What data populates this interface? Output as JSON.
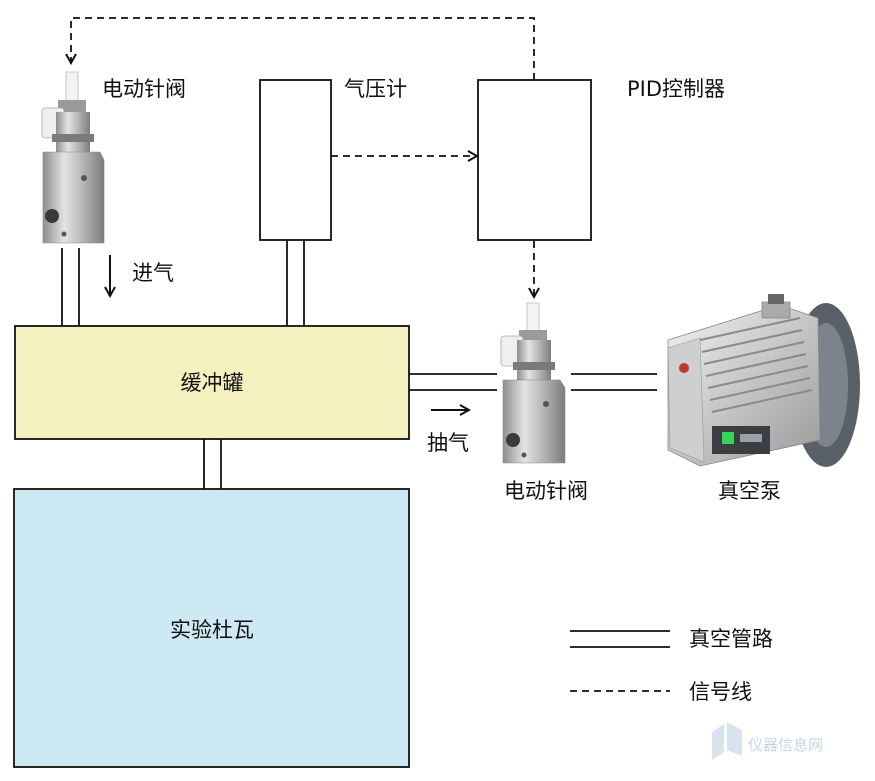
{
  "labels": {
    "valve_top": "电动针阀",
    "gauge": "气压计",
    "pid": "PID控制器",
    "inflow": "进气",
    "buffer_tank": "缓冲罐",
    "outflow": "抽气",
    "valve_bottom": "电动针阀",
    "pump": "真空泵",
    "dewar": "实验杜瓦"
  },
  "legend": {
    "vacuum_line": "真空管路",
    "signal_line": "信号线"
  },
  "watermark": "仪器信息网",
  "colors": {
    "buffer_tank_fill": "#f5f0bf",
    "dewar_fill": "#cde9f3",
    "stroke": "#111111",
    "metal": "#c9c9c9",
    "pump_body": "#d9d9d9"
  }
}
